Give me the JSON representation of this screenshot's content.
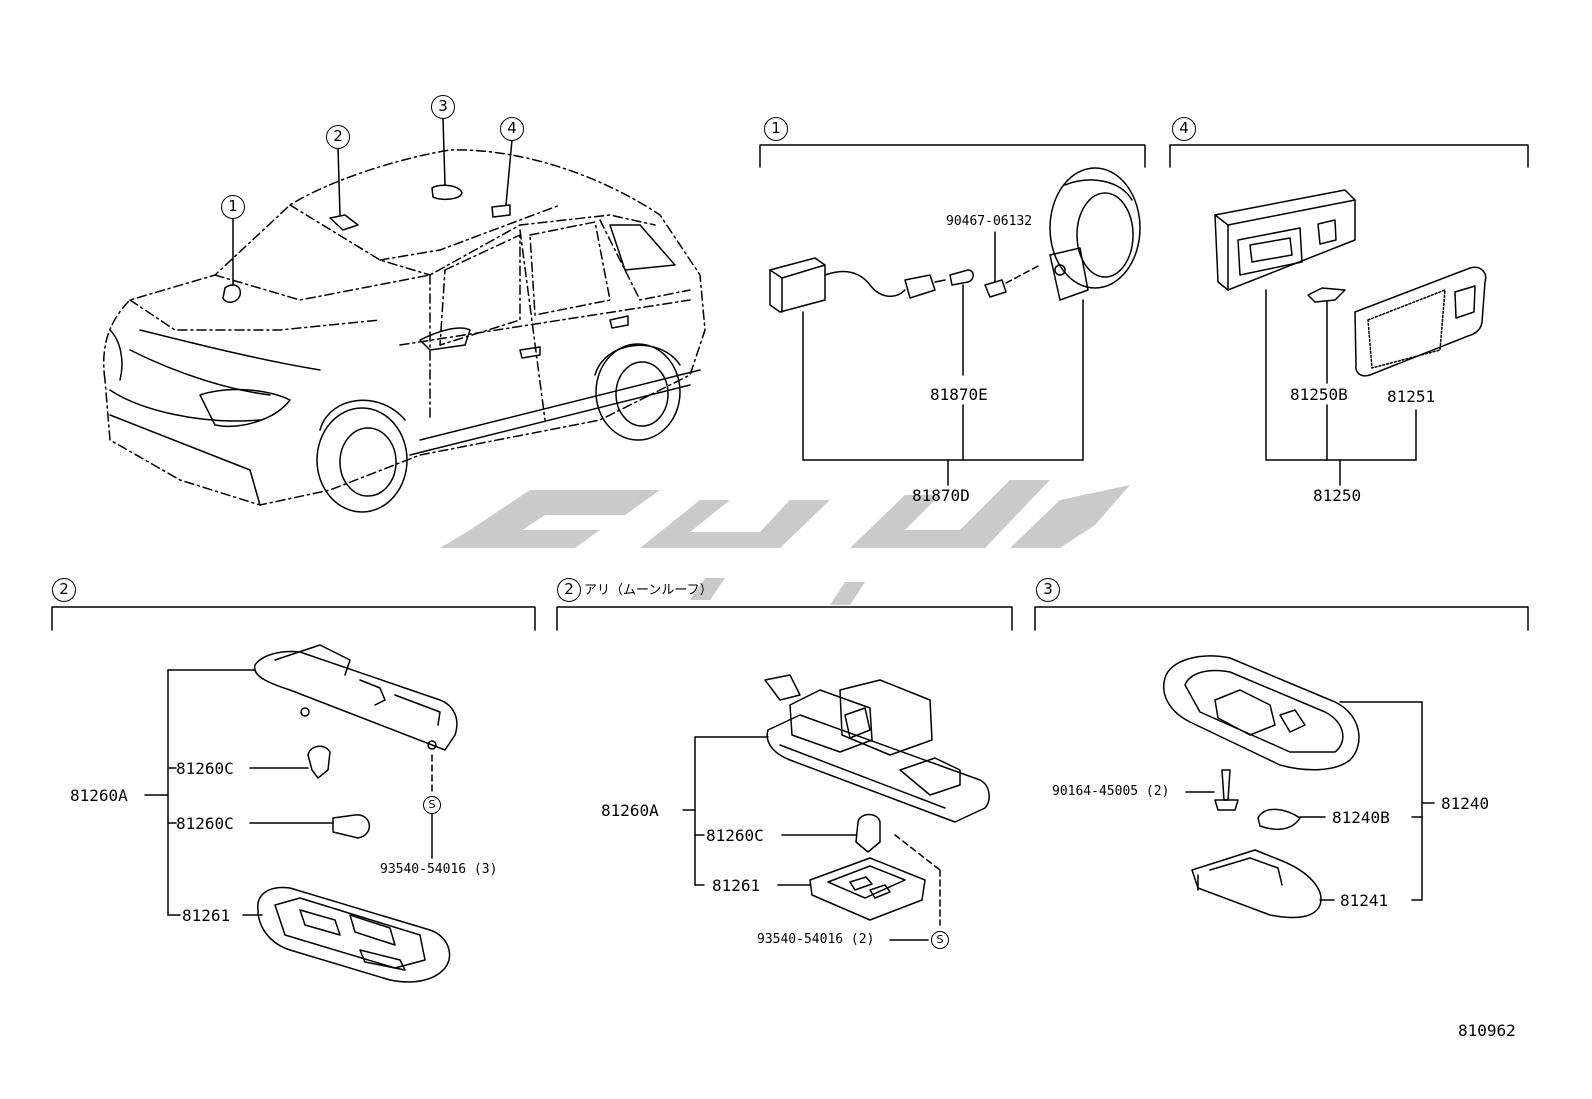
{
  "callouts": {
    "c1": "1",
    "c2": "2",
    "c3": "3",
    "c4": "4",
    "s": "S"
  },
  "car_view": {
    "markers": [
      "1",
      "2",
      "3",
      "4"
    ]
  },
  "section_1": {
    "number": "1",
    "parts": {
      "screw": "90467-06132",
      "bulb": "81870E",
      "assembly": "81870D"
    }
  },
  "section_4": {
    "number": "4",
    "parts": {
      "bulb": "81250B",
      "lens": "81251",
      "assembly": "81250"
    }
  },
  "section_2a": {
    "number": "2",
    "parts": {
      "assembly": "81260A",
      "bulb_1": "81260C",
      "bulb_2": "81260C",
      "lens": "81261",
      "screw": "93540-54016 (3)"
    }
  },
  "section_2b": {
    "number": "2",
    "caption": "アリ（ムーンルーフ）",
    "parts": {
      "assembly": "81260A",
      "bulb": "81260C",
      "lens": "81261",
      "screw": "93540-54016 (2)"
    }
  },
  "section_3": {
    "number": "3",
    "parts": {
      "screw": "90164-45005 (2)",
      "bulb": "81240B",
      "assembly": "81240",
      "lens": "81241"
    }
  },
  "diagram_code": "810962",
  "colors": {
    "line": "#000000",
    "watermark": "#c8c8c8",
    "background": "#ffffff"
  }
}
